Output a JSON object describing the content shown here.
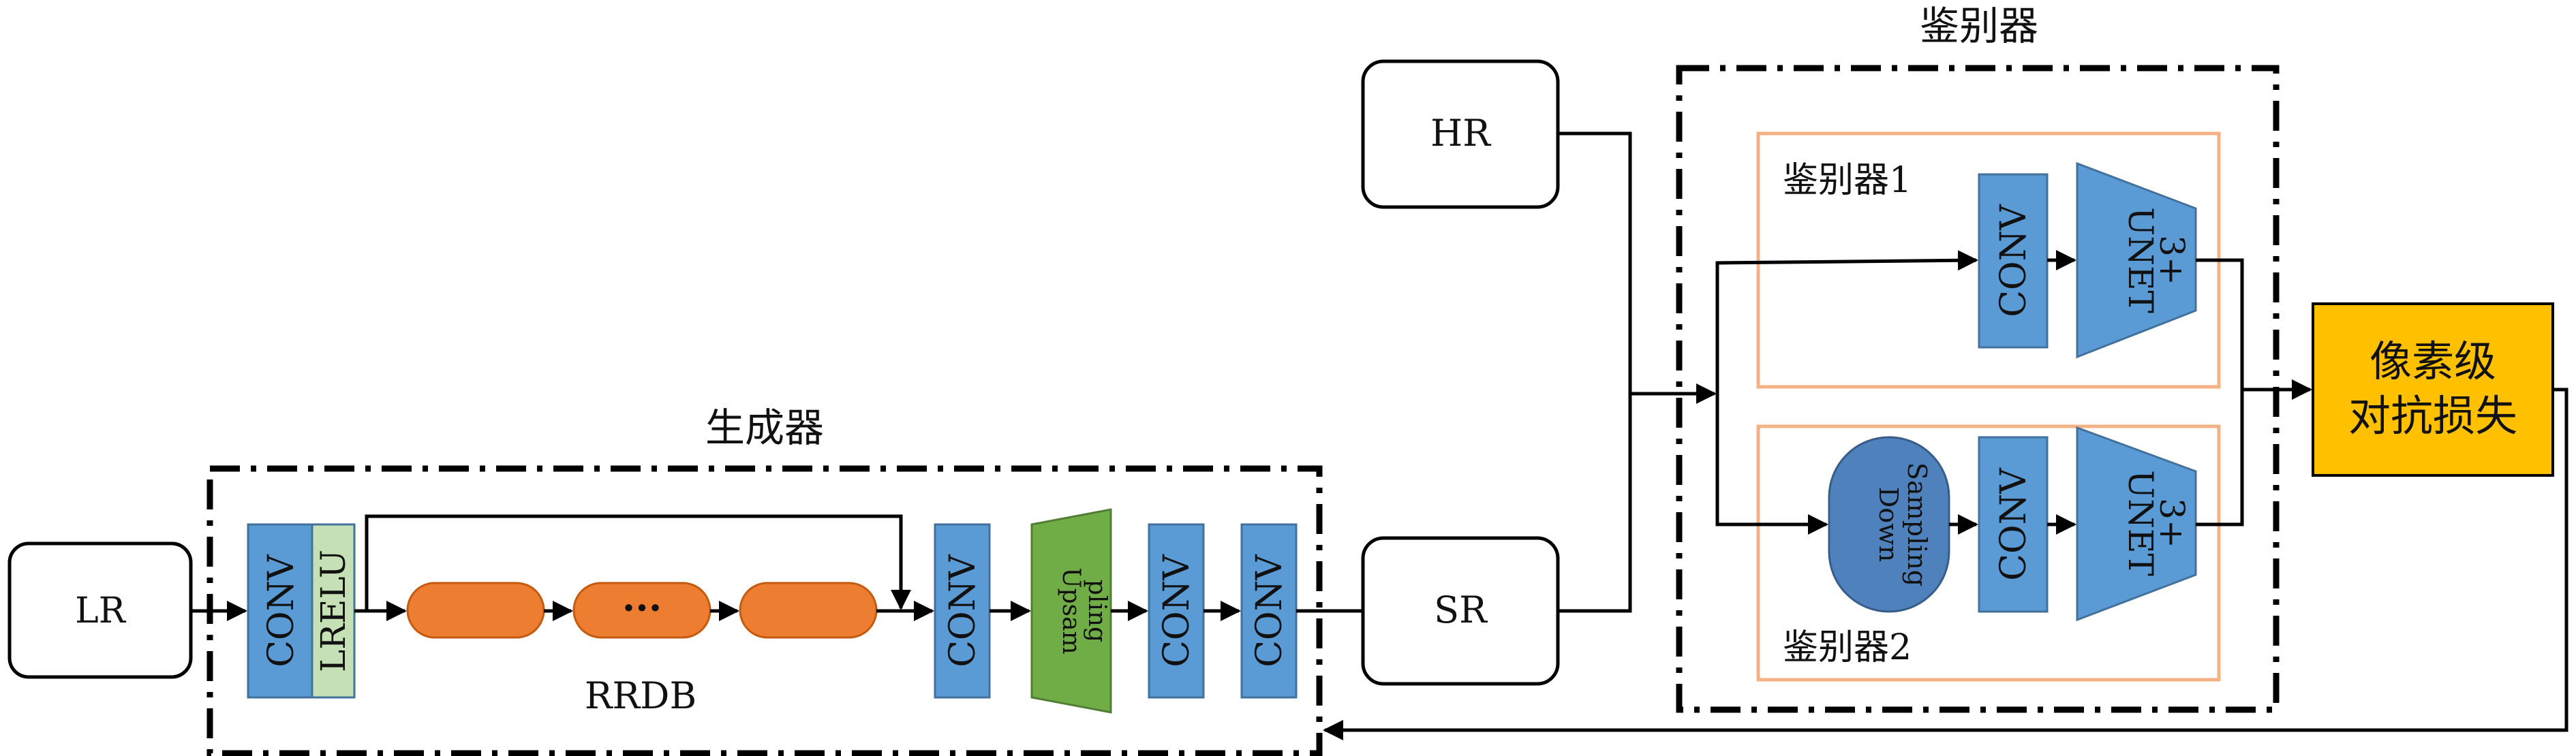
{
  "generator": {
    "title": "生成器",
    "input_label": "LR",
    "conv_label": "CONV",
    "lrelu_label": "LRELU",
    "ellipsis": "···",
    "rrdb_label": "RRDB",
    "conv2_label": "CONV",
    "upsampling_label_line1": "Upsam",
    "upsampling_label_line2": "pling",
    "conv3_label": "CONV",
    "conv4_label": "CONV"
  },
  "hr_label": "HR",
  "sr_label": "SR",
  "discriminator": {
    "title": "鉴别器",
    "d1": {
      "title": "鉴别器1",
      "conv_label": "CONV",
      "unet_line1": "UNET",
      "unet_line2": "3+"
    },
    "d2": {
      "title": "鉴别器2",
      "downsampling_line1": "Down",
      "downsampling_line2": "Sampling",
      "conv_label": "CONV",
      "unet_line1": "UNET",
      "unet_line2": "3+"
    }
  },
  "loss": {
    "line1": "像素级",
    "line2": "对抗损失"
  },
  "colors": {
    "conv_blue": "#5b9bd5",
    "lrelu_green": "#c5e0b4",
    "rrdb_orange": "#ed7d31",
    "upsampling_green": "#70ad47",
    "unet_blue": "#5b9bd5",
    "downsampling_blue": "#4f81bd",
    "loss_gold": "#ffc000",
    "subbox_orange": "#f4b183"
  }
}
